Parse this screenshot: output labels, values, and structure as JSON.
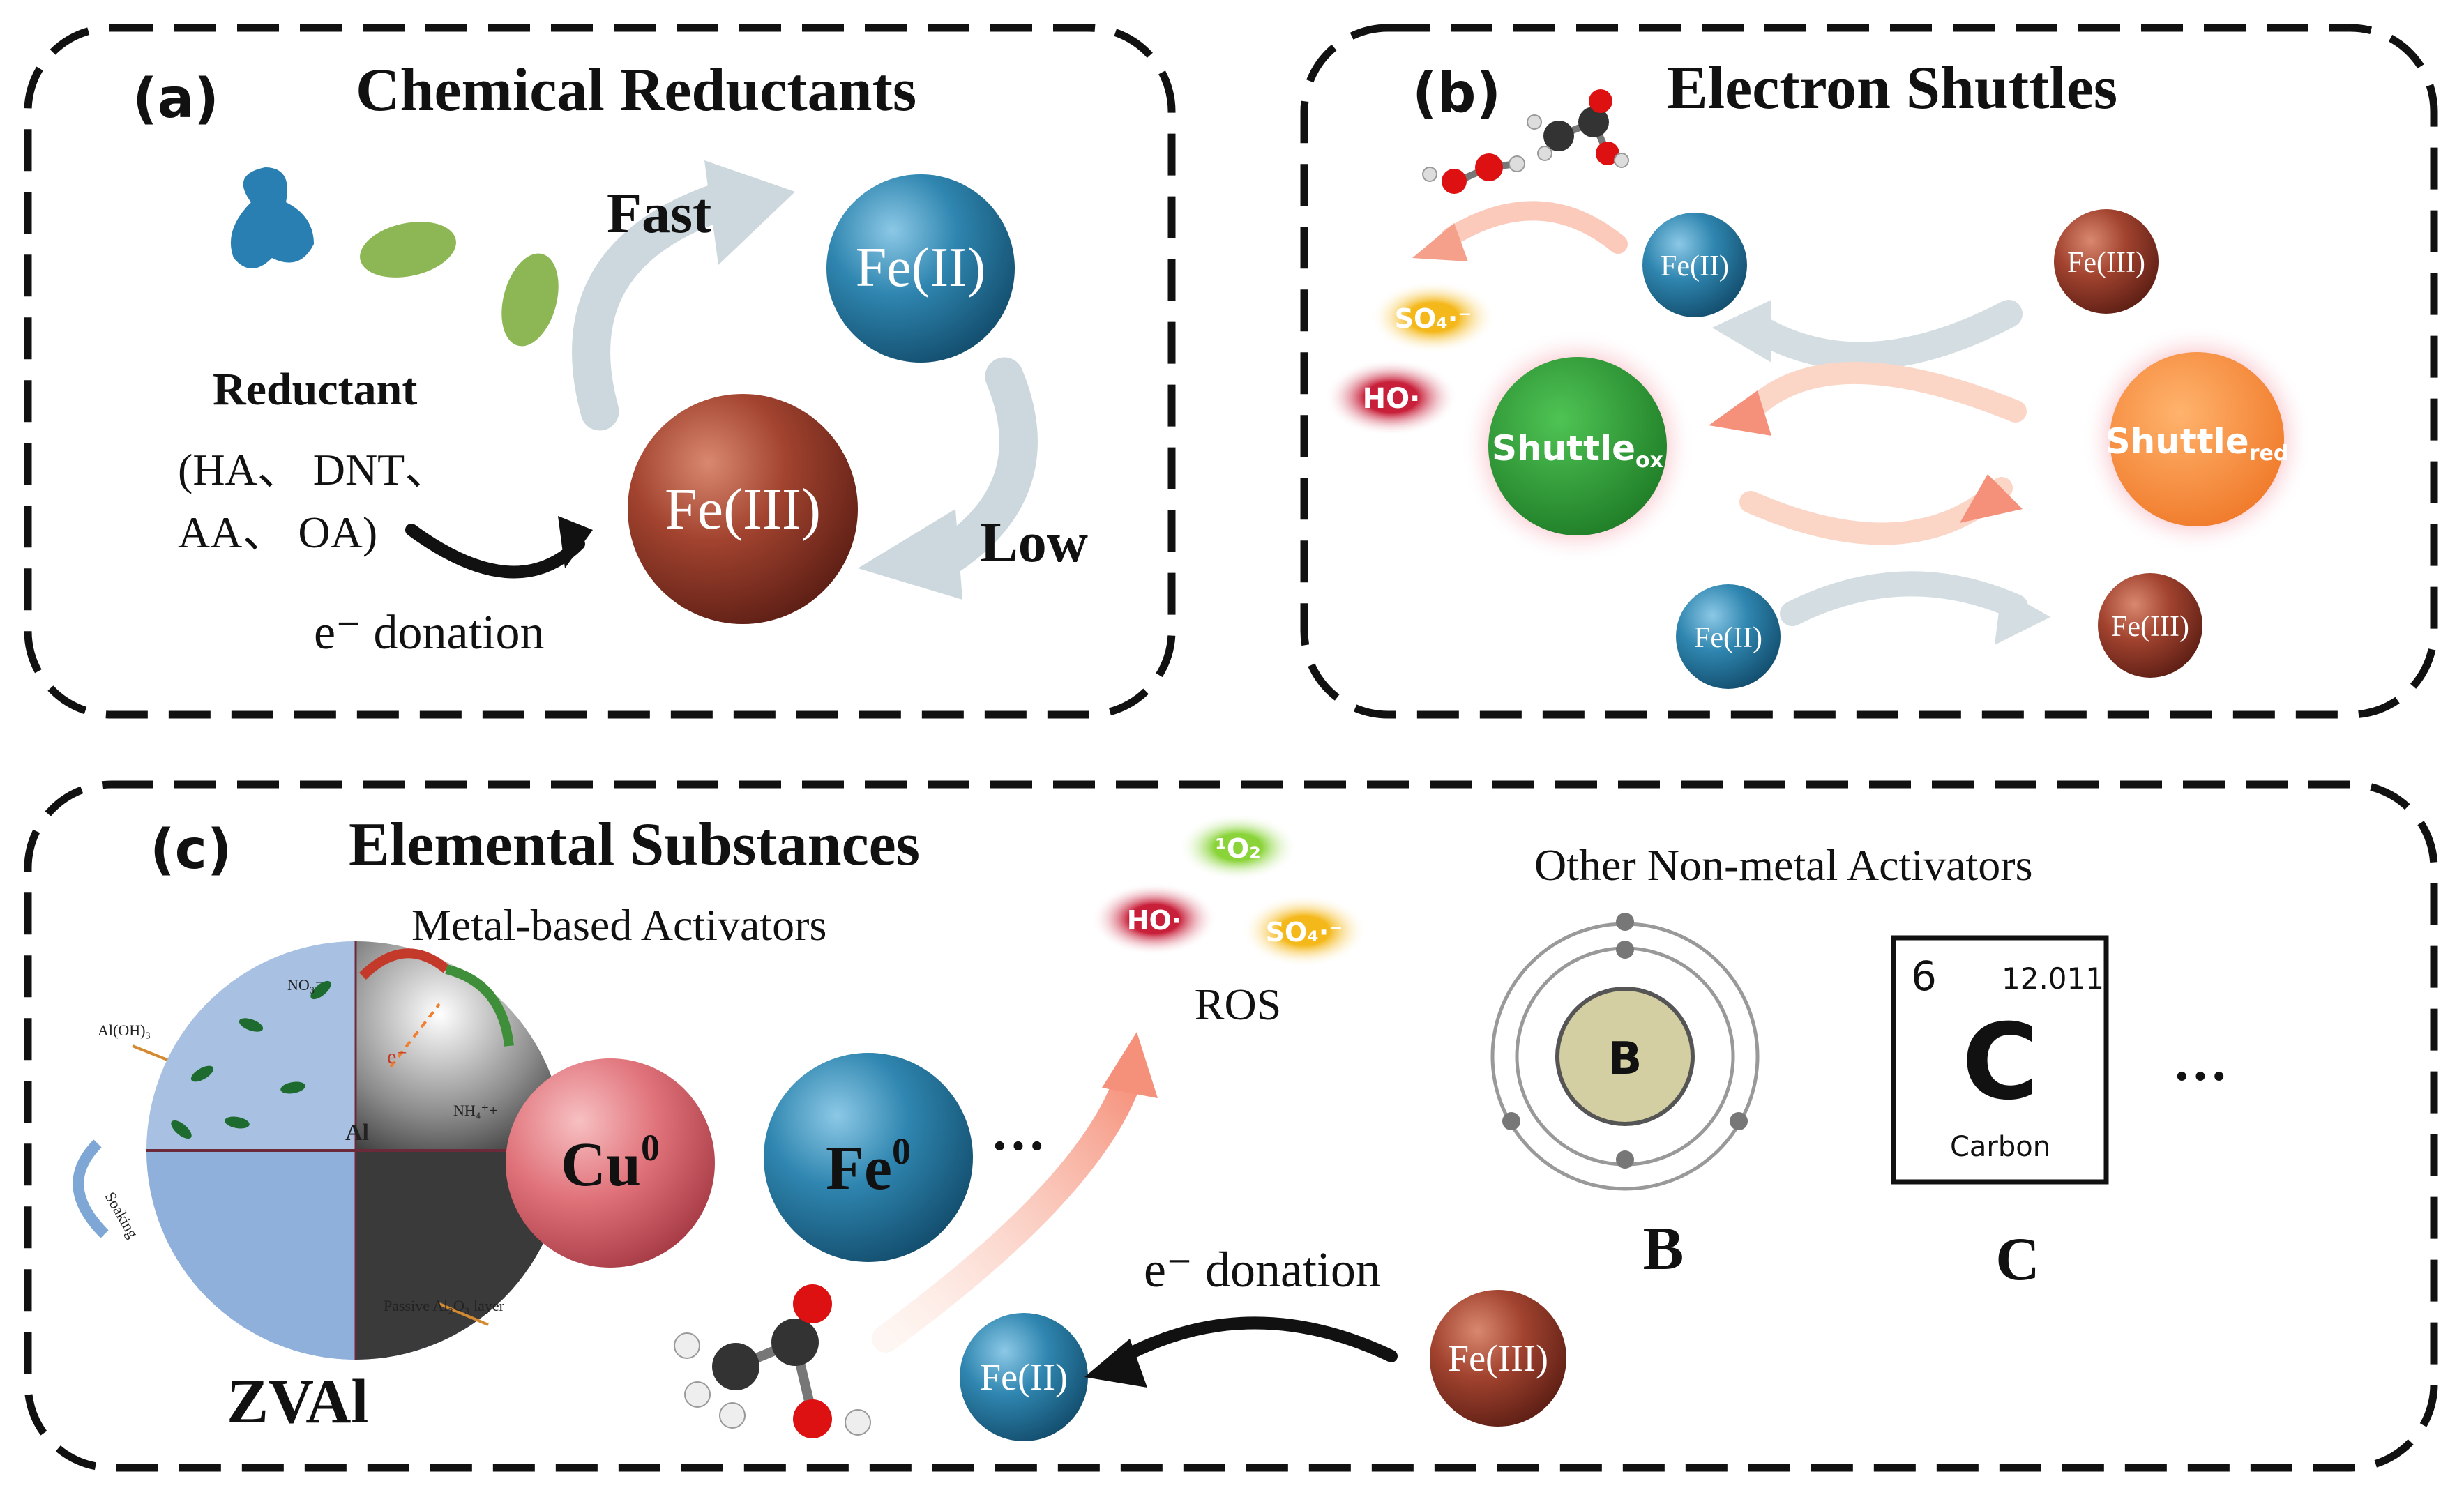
{
  "panel_a": {
    "label": "(a)",
    "title": "Chemical Reductants",
    "reductant_label": "Reductant",
    "reductant_examples_line1": "(HA、 DNT、",
    "reductant_examples_line2": "AA、 OA)",
    "donation_text": "e⁻ donation",
    "fast_label": "Fast",
    "low_label": "Low",
    "fe2_label": "Fe(II)",
    "fe3_label": "Fe(III)"
  },
  "panel_b": {
    "label": "(b)",
    "title": "Electron Shuttles",
    "fe2_top": "Fe(II)",
    "fe3_top": "Fe(III)",
    "fe2_bottom": "Fe(II)",
    "fe3_bottom": "Fe(III)",
    "shuttle_ox": "Shuttle",
    "shuttle_ox_sub": "ox",
    "shuttle_red": "Shuttle",
    "shuttle_red_sub": "red",
    "so4_label": "SO₄·⁻",
    "ho_label": "HO·"
  },
  "panel_c": {
    "label": "(c)",
    "title": "Elemental Substances",
    "metal_subtitle": "Metal-based Activators",
    "nonmetal_subtitle": "Other Non-metal Activators",
    "zval_label": "ZVAl",
    "cu_label": "Cu",
    "cu_sup": "0",
    "fe_label": "Fe",
    "fe_sup": "0",
    "ellipsis_metal": "···",
    "ellipsis_nonmetal": "···",
    "ros_label": "ROS",
    "o2_label": "¹O₂",
    "ho_label": "HO·",
    "so4_label": "SO₄·⁻",
    "donation_text": "e⁻ donation",
    "fe2_label": "Fe(II)",
    "fe3_label": "Fe(III)",
    "boron_symbol": "B",
    "boron_caption": "B",
    "carbon_number": "6",
    "carbon_mass": "12.011",
    "carbon_symbol": "C",
    "carbon_name": "Carbon",
    "carbon_caption": "C",
    "zval_annotations": {
      "al": "Al",
      "aloh": "Al(OH)₃",
      "no3": "NO₃⁻",
      "nh4": "NH₄⁺+",
      "e": "e⁻",
      "soaking": "Soaking",
      "passive": "Passive Al₂O₃ layer"
    }
  },
  "colors": {
    "fe2_blue": "#2e7fa8",
    "fe3_brown": "#9c3f2f",
    "shuttle_ox_green": "#2e9a35",
    "shuttle_red_orange": "#f58a3a",
    "cu_pink": "#e0727a",
    "ho_red": "#c8203a",
    "so4_yellow": "#f4b81a",
    "o2_green": "#8ad43a",
    "arrow_gray": "#cdd8dc",
    "arrow_salmon": "#f5a08a"
  }
}
